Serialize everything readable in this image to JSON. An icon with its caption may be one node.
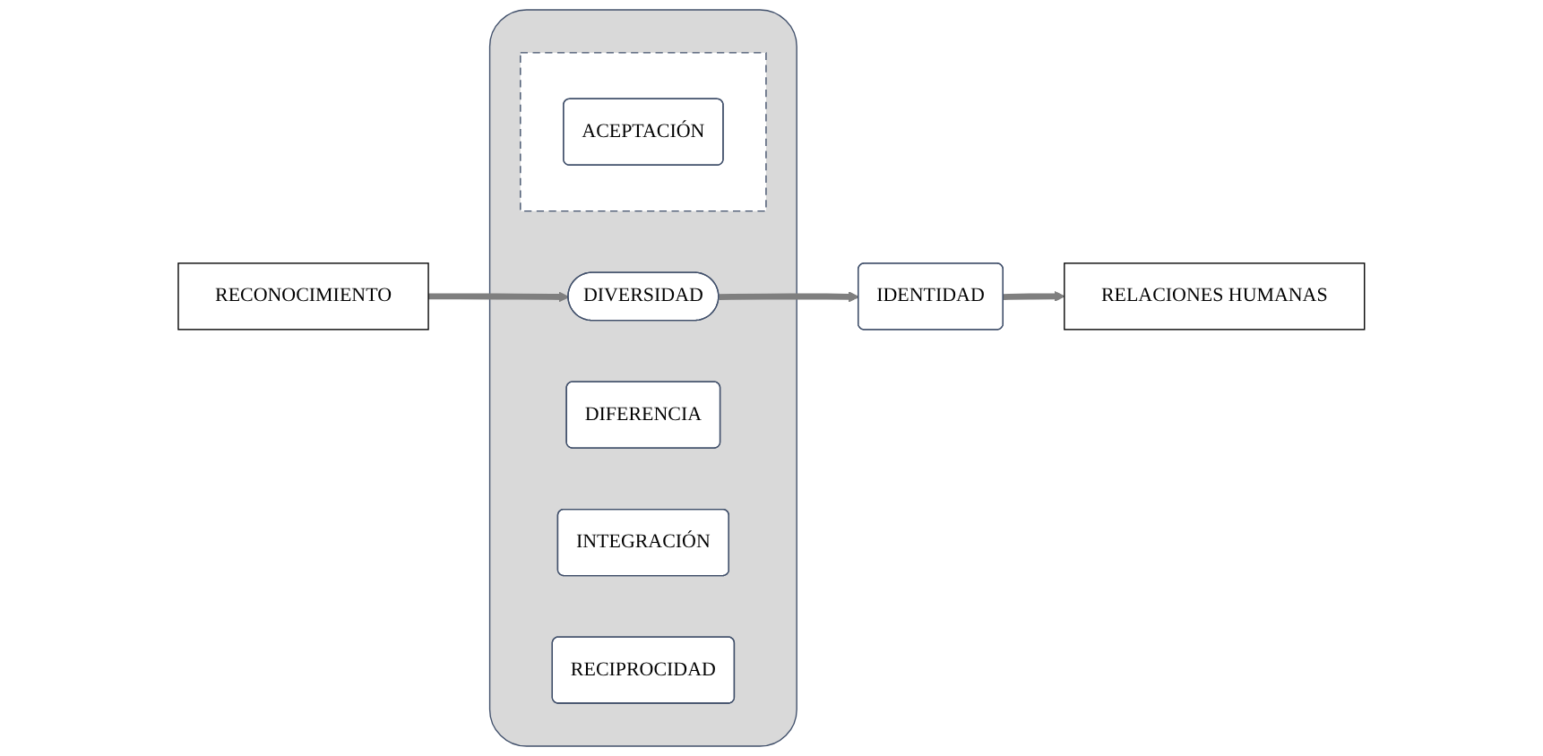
{
  "diagram": {
    "nodes": [
      {
        "text": [],
        "shape": "box"
      },
      {
        "text": [
          "DIVERSIDAD"
        ],
        "in": 0
      },
      {
        "text": [
          "IDENTIDAD"
        ]
      },
      {
        "text": [
          "RECONOCIMIENTO"
        ]
      },
      {
        "text": [],
        "shape": "box",
        "in": 0
      },
      {
        "text": [
          "DIFERENCIA"
        ],
        "in": 0
      },
      {
        "text": [
          "ACEPTACIÓN"
        ],
        "in": 4
      },
      {
        "text": [
          "INTEGRACIÓN"
        ],
        "in": 0
      },
      {
        "text": [
          "RELACIONES HUMANAS"
        ]
      },
      {
        "text": [
          "RECIPROCIDAD"
        ],
        "in": 0
      }
    ],
    "edges": [
      {
        "from": 3,
        "to": 1,
        "arrow": "to"
      },
      {
        "from": 1,
        "to": 2,
        "arrow": "to"
      },
      {
        "from": 2,
        "to": 8,
        "arrow": "to"
      }
    ]
  }
}
